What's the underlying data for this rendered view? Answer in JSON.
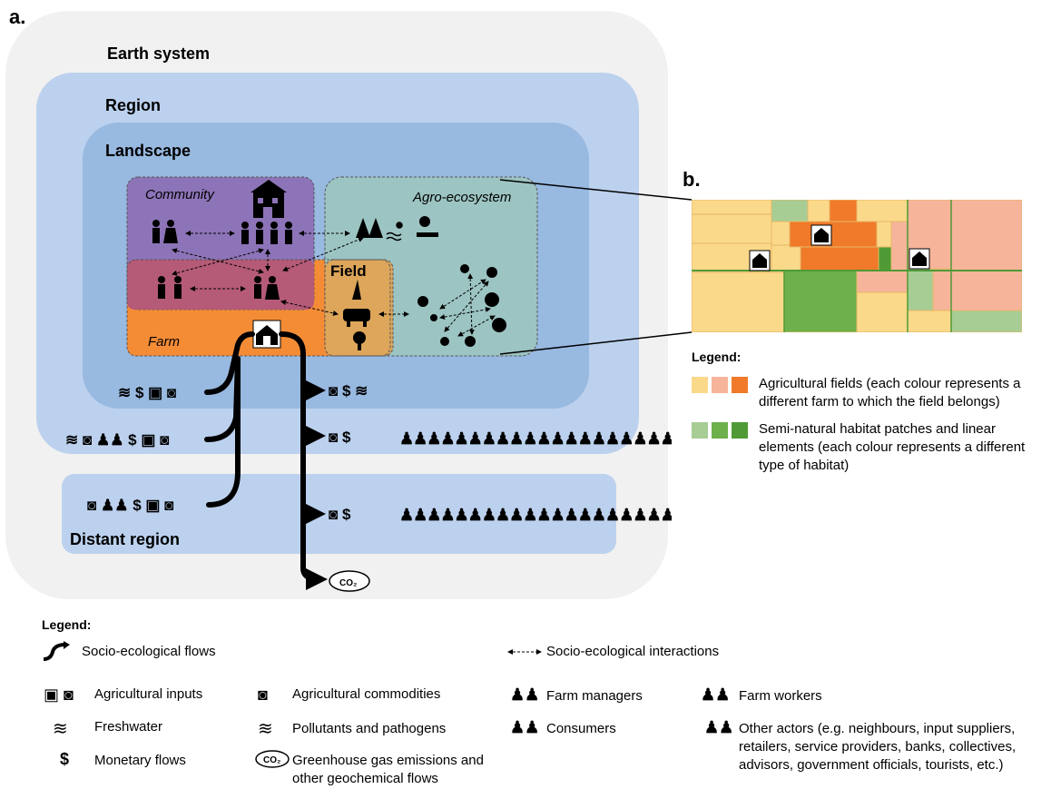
{
  "panel_a": {
    "label": "a.",
    "earth_system": "Earth system",
    "region": "Region",
    "landscape": "Landscape",
    "community": "Community",
    "agro_ecosystem": "Agro-ecosystem",
    "field": "Field",
    "farm": "Farm",
    "distant_region": "Distant region"
  },
  "panel_b": {
    "label": "b.",
    "legend_title": "Legend:",
    "legend_items": [
      {
        "text": "Agricultural fields (each colour represents a different farm to which the field belongs)",
        "colors": [
          "#fbd98a",
          "#f6b49a",
          "#f07a2a"
        ]
      },
      {
        "text": "Semi-natural habitat patches and linear elements (each colour represents a different type of habitat)",
        "colors": [
          "#a7cd95",
          "#6eb04c",
          "#4f9a35"
        ]
      }
    ]
  },
  "legend_a": {
    "title": "Legend:",
    "flows": "Socio-ecological flows",
    "interactions": "Socio-ecological interactions",
    "inputs": "Agricultural inputs",
    "freshwater": "Freshwater",
    "monetary": "Monetary flows",
    "commodities": "Agricultural commodities",
    "pollutants": "Pollutants and pathogens",
    "ghg": "Greenhouse gas emissions and other geochemical flows",
    "managers": "Farm managers",
    "consumers": "Consumers",
    "workers": "Farm workers",
    "other": "Other actors (e.g. neighbours, input suppliers, retailers, service providers, banks, collectives, advisors, government officials, tourists, etc.)"
  },
  "symbols": {
    "dollar": "$",
    "co2": "CO₂"
  },
  "colors": {
    "earth": "#f1f1f1",
    "region": "#bcd1ee",
    "landscape": "#98b9e0",
    "community": "#8d74b8",
    "agro": "#9cc4c2",
    "farm": "#f48c36",
    "field": "#dda65a",
    "overlap": "#b55a77"
  }
}
